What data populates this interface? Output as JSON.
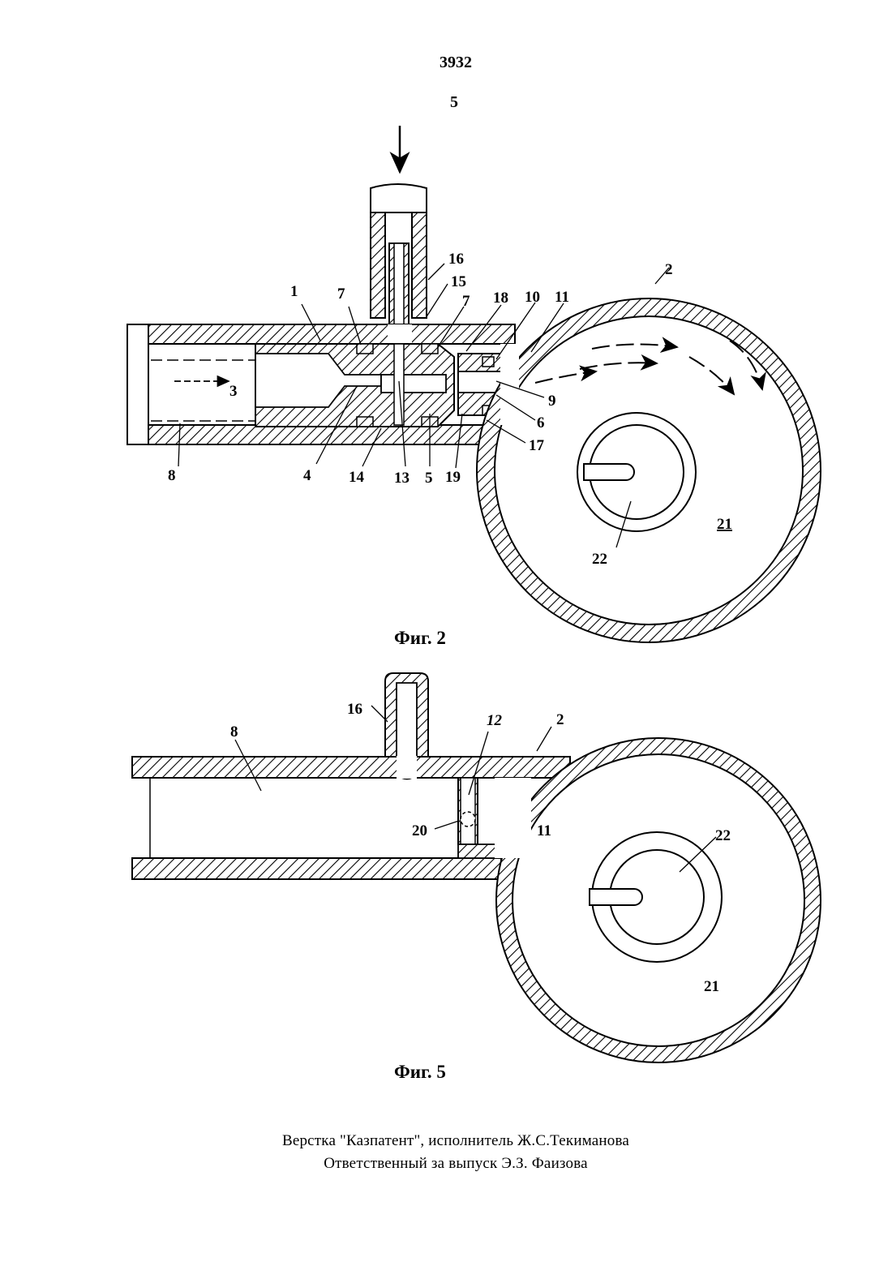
{
  "header": {
    "patent_number": "3932",
    "page_number": "5"
  },
  "figure2": {
    "caption": "Фиг. 2",
    "labels": {
      "l1": "1",
      "l2": "2",
      "l3": "3",
      "l4": "4",
      "l5": "5",
      "l6": "6",
      "l7a": "7",
      "l7b": "7",
      "l8": "8",
      "l9": "9",
      "l10": "10",
      "l11": "11",
      "l13": "13",
      "l14": "14",
      "l15": "15",
      "l16": "16",
      "l17": "17",
      "l18": "18",
      "l19": "19",
      "l21": "21",
      "l22": "22"
    }
  },
  "figure5": {
    "caption": "Фиг. 5",
    "labels": {
      "l2": "2",
      "l8": "8",
      "l11": "11",
      "l12": "12",
      "l16": "16",
      "l20": "20",
      "l21": "21",
      "l22": "22"
    }
  },
  "footer": {
    "line1": "Верстка  \"Казпатент\",  исполнитель  Ж.С.Текиманова",
    "line2": "Ответственный  за выпуск  Э.З. Фаизова"
  }
}
